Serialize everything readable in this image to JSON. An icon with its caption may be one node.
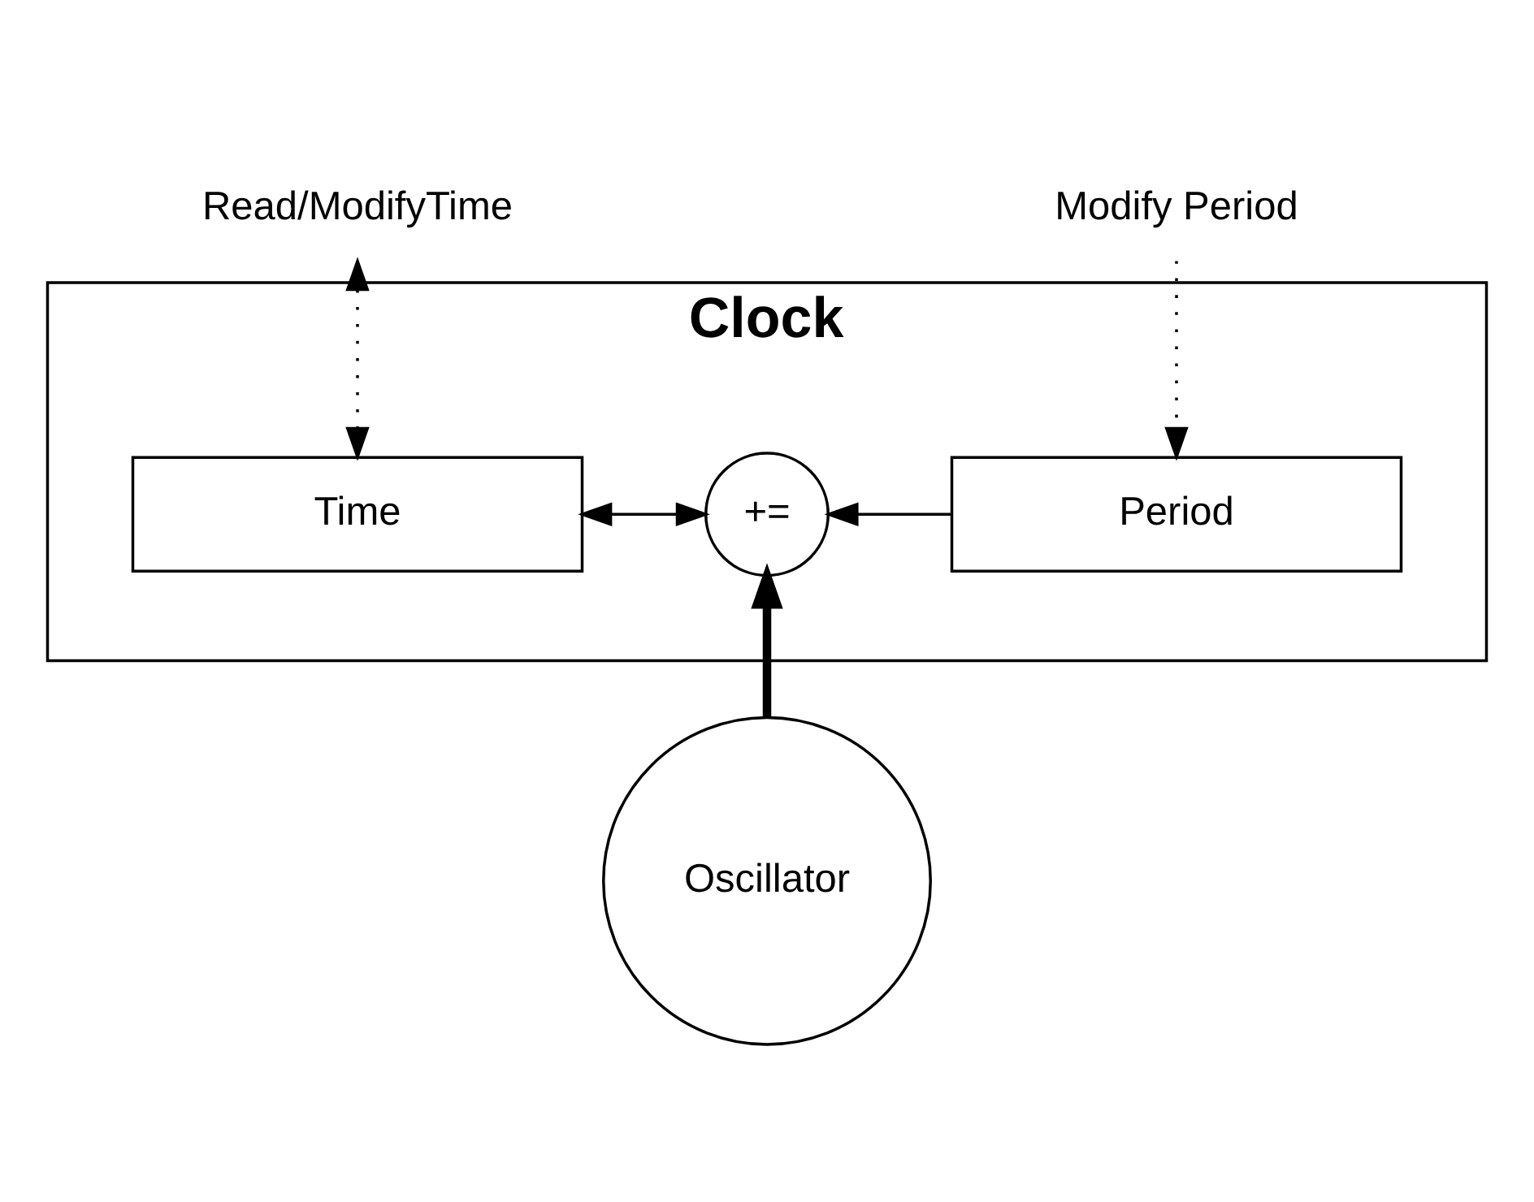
{
  "diagram": {
    "nodes": [
      {
        "text": [
          "Clock"
        ]
      },
      {
        "text": [
          "Read/ModifyTime"
        ]
      },
      {
        "text": [
          "Modify Period"
        ]
      },
      {
        "text": [
          "Time"
        ],
        "in": 0
      },
      {
        "text": [
          "+="
        ],
        "in": 0
      },
      {
        "text": [
          "Period"
        ],
        "in": 0
      },
      {
        "text": [
          "Oscillator"
        ]
      }
    ],
    "edges": [
      {
        "from": 1,
        "to": 3,
        "arrow": "both",
        "style": "dashed"
      },
      {
        "from": 2,
        "to": 5,
        "arrow": "to",
        "style": "dashed"
      },
      {
        "from": 3,
        "to": 4,
        "arrow": "both"
      },
      {
        "from": 5,
        "to": 4,
        "arrow": "to"
      },
      {
        "from": 6,
        "to": 4,
        "arrow": "to",
        "style": "thick"
      }
    ]
  }
}
